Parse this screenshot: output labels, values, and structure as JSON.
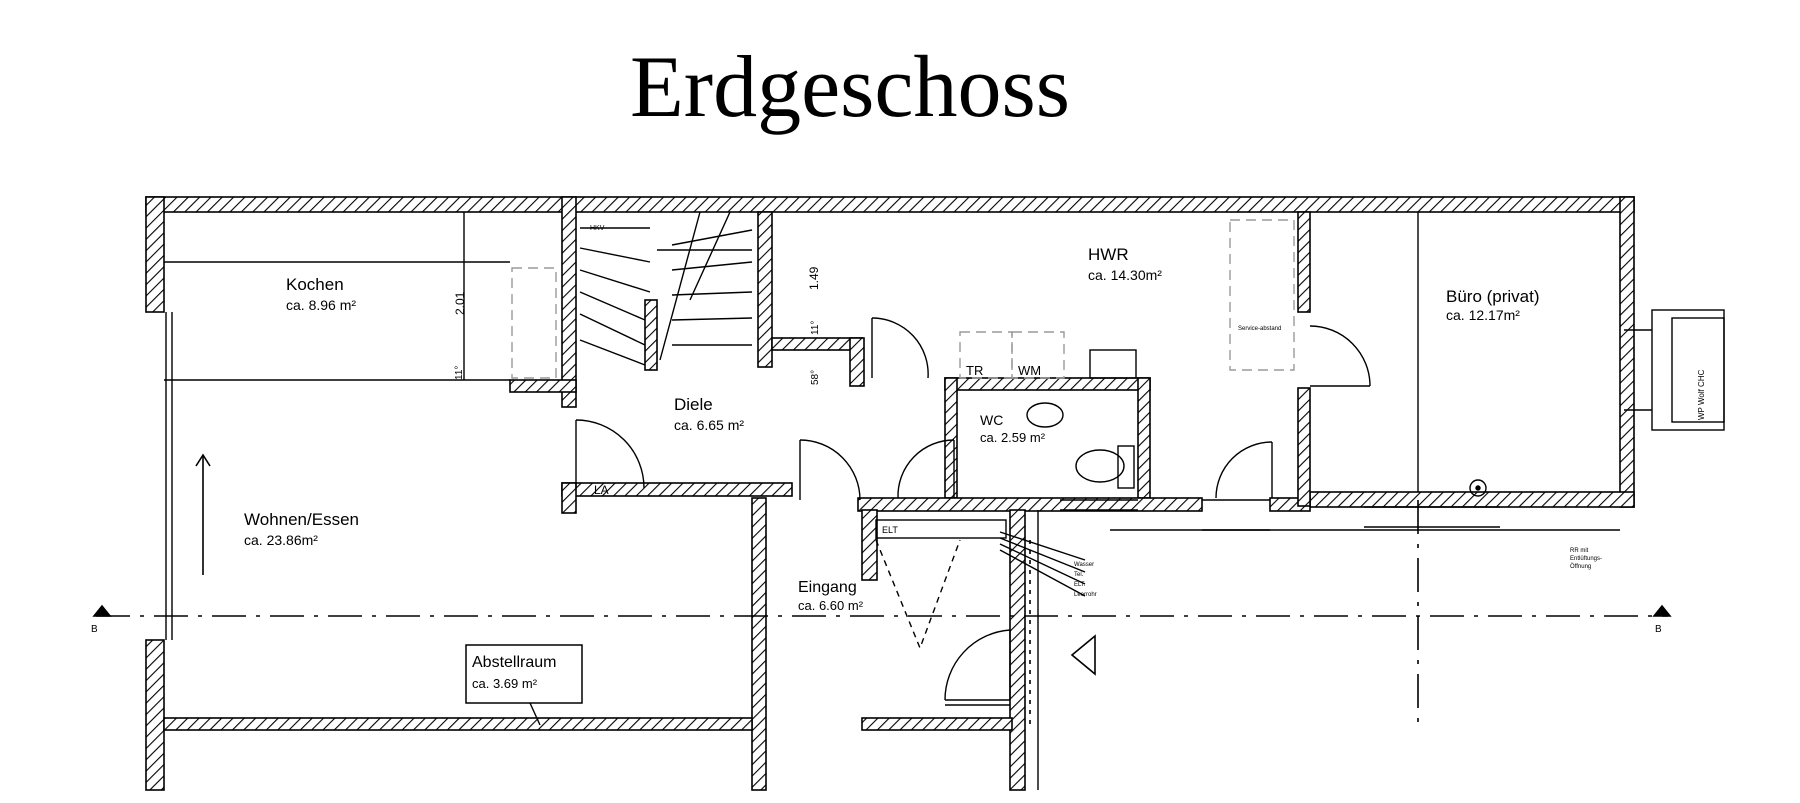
{
  "title": "Erdgeschoss",
  "rooms": [
    {
      "name": "Kochen",
      "area": "ca. 8.96  m²"
    },
    {
      "name": "Diele",
      "area": "ca. 6.65  m²"
    },
    {
      "name": "Wohnen/Essen",
      "area": "ca. 23.86m²"
    },
    {
      "name": "HWR",
      "area": "ca. 14.30m²"
    },
    {
      "name": "Büro  (privat)",
      "area": "ca. 12.17m²"
    },
    {
      "name": "WC",
      "area": "ca. 2.59  m²"
    },
    {
      "name": "Eingang",
      "area": "ca. 6.60  m²"
    },
    {
      "name": "Abstellraum",
      "area": "ca. 3.69  m²"
    }
  ],
  "fixtures": {
    "tr": "TR",
    "wm": "WM",
    "hkv": "HKV",
    "elt": "ELT",
    "la": "LA"
  },
  "dimensions": {
    "d201": "2.01",
    "d149": "1.49",
    "d11a": "11°",
    "d11b": "11°",
    "d58": "58°"
  },
  "notes": {
    "service": "Service-abstand",
    "wp": "WP Wolf CHC",
    "utilities": [
      "Wasser",
      "Tel.",
      "ELT.",
      "Leerrohr"
    ],
    "rwa": [
      "RR mit",
      "Entlüftungs-",
      "Öffnung"
    ]
  },
  "section_marks": {
    "left": "B",
    "right": "B"
  },
  "colors": {
    "wall": "#000000",
    "dash": "#9a9a9a"
  }
}
